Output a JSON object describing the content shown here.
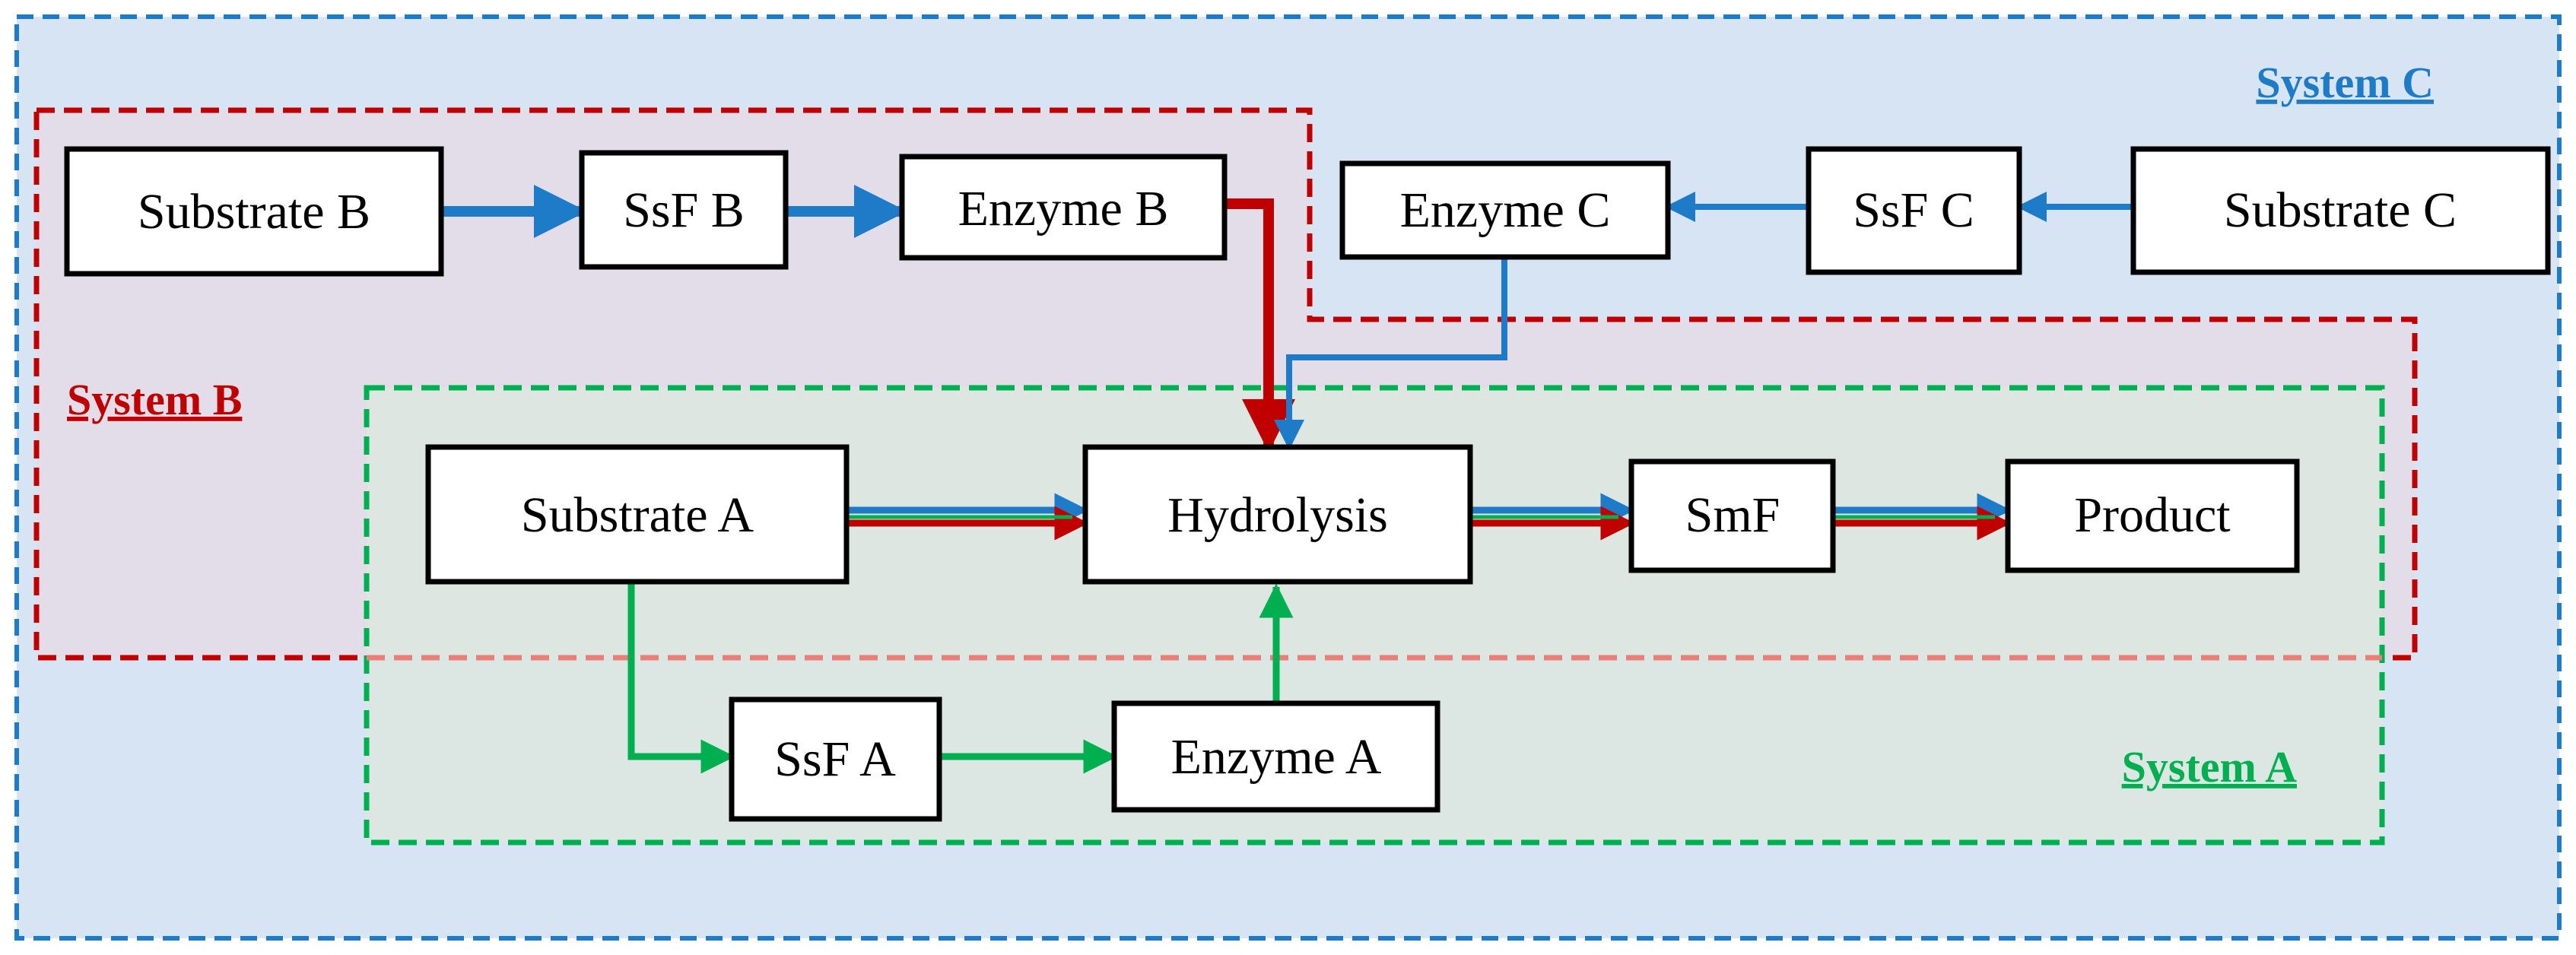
{
  "colors": {
    "system_a": "#00b050",
    "system_b": "#c00000",
    "system_c": "#1e7bc7",
    "system_c_fill": "#d7e4f4",
    "system_b_fill": "#e2dde9",
    "system_a_fill": "#dde8e0",
    "node_fill": "#ffffff",
    "node_border": "#000000"
  },
  "systems": {
    "a": {
      "label": "System A"
    },
    "b": {
      "label": "System B"
    },
    "c": {
      "label": "System C"
    }
  },
  "nodes": {
    "substrate_b": "Substrate B",
    "ssf_b": "SsF B",
    "enzyme_b": "Enzyme B",
    "enzyme_c": "Enzyme C",
    "ssf_c": "SsF C",
    "substrate_c": "Substrate C",
    "substrate_a": "Substrate A",
    "hydrolysis": "Hydrolysis",
    "smf": "SmF",
    "product": "Product",
    "ssf_a": "SsF A",
    "enzyme_a": "Enzyme A"
  },
  "flows": [
    {
      "from": "substrate_b",
      "to": "ssf_b",
      "system": "c"
    },
    {
      "from": "ssf_b",
      "to": "enzyme_b",
      "system": "c"
    },
    {
      "from": "enzyme_b",
      "to": "hydrolysis",
      "system": "b"
    },
    {
      "from": "substrate_c",
      "to": "ssf_c",
      "system": "c"
    },
    {
      "from": "ssf_c",
      "to": "enzyme_c",
      "system": "c"
    },
    {
      "from": "enzyme_c",
      "to": "hydrolysis",
      "system": "c"
    },
    {
      "from": "substrate_a",
      "to": "hydrolysis",
      "system": "a, b, c"
    },
    {
      "from": "hydrolysis",
      "to": "smf",
      "system": "a, b, c"
    },
    {
      "from": "smf",
      "to": "product",
      "system": "a, b, c"
    },
    {
      "from": "substrate_a",
      "to": "ssf_a",
      "system": "a"
    },
    {
      "from": "ssf_a",
      "to": "enzyme_a",
      "system": "a"
    },
    {
      "from": "enzyme_a",
      "to": "hydrolysis",
      "system": "a"
    }
  ]
}
